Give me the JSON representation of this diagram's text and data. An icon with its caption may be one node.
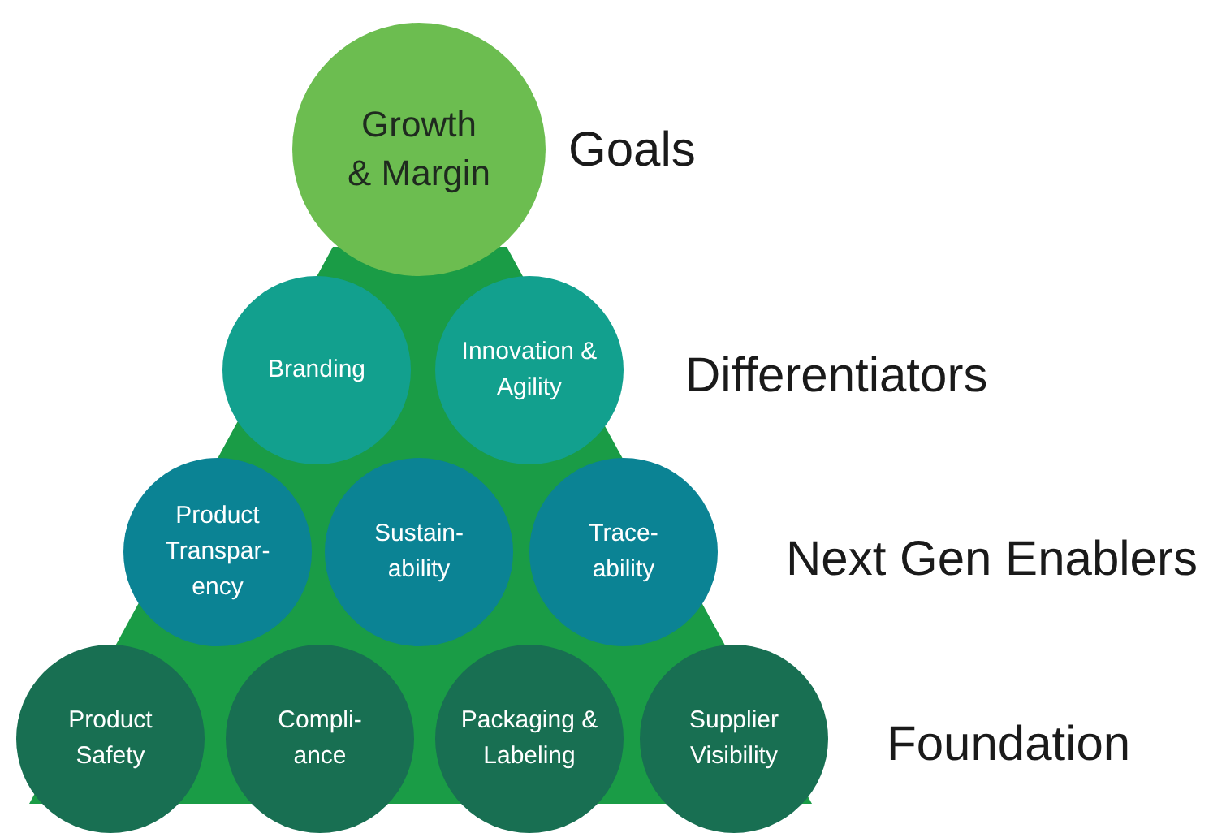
{
  "diagram": {
    "nodes": [
      {
        "text": [
          "Growth & Margin"
        ]
      },
      {
        "text": [
          "Branding"
        ]
      },
      {
        "text": [
          "Innovation & Agility"
        ]
      },
      {
        "text": [
          "Product Transpar-ency"
        ]
      },
      {
        "text": [
          "Sustain-ability"
        ]
      },
      {
        "text": [
          "Trace-ability"
        ]
      },
      {
        "text": [
          "Product Safety"
        ]
      },
      {
        "text": [
          "Compli-ance"
        ]
      },
      {
        "text": [
          "Packaging & Labeling"
        ]
      },
      {
        "text": [
          "Supplier Visibility"
        ]
      }
    ],
    "labels": [
      "Goals",
      "Differentiators",
      "Next Gen Enablers",
      "Foundation"
    ]
  }
}
